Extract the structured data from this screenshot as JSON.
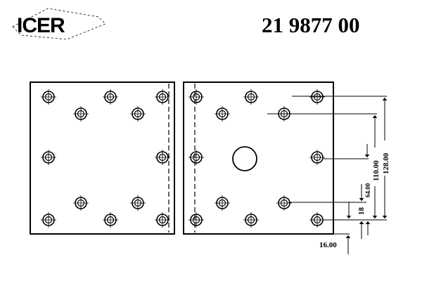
{
  "header": {
    "brand": "ICER",
    "part_number": "21 9877 00"
  },
  "dimensions": {
    "d128": "128.00",
    "d110": "110.00",
    "d64": "64.00",
    "d18": "18",
    "d16": "16.00"
  },
  "colors": {
    "line": "#000000",
    "background": "#ffffff"
  }
}
